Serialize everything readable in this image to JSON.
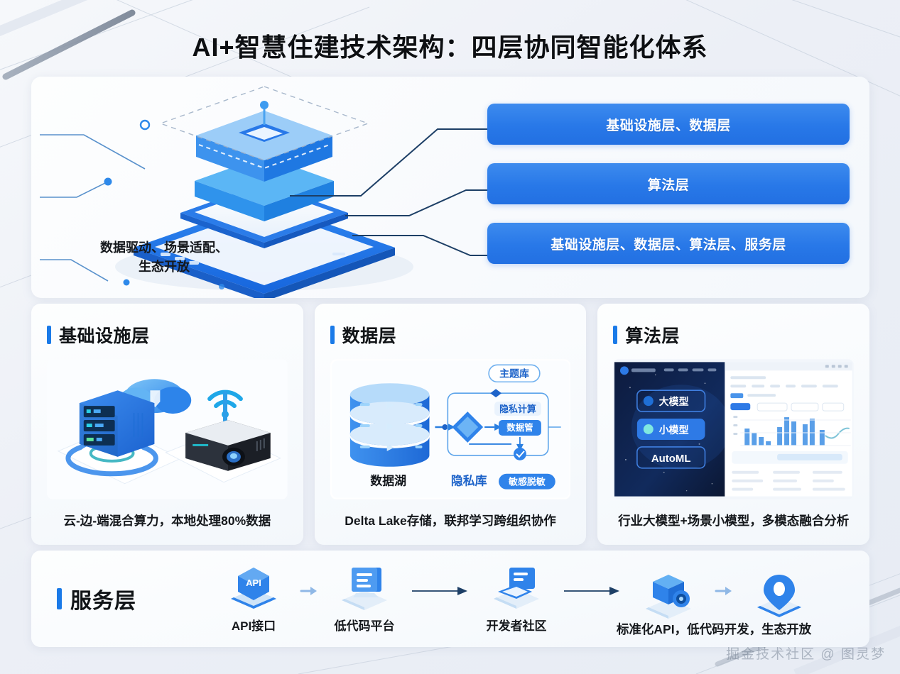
{
  "page": {
    "title": "AI+智慧住建技术架构：四层协同智能化体系",
    "watermark": "掘金技术社区 @ 图灵梦"
  },
  "colors": {
    "accent_blue": "#2878e8",
    "accent_blue_light": "#3d8bee",
    "bar_blue": "#1a7ae8",
    "background": "#eef2f8",
    "text_dark": "#15181c"
  },
  "hero": {
    "note": "数据驱动、场景适配、生态开放",
    "note_line1": "数据驱动、场景适配、",
    "note_line2": "生态开放",
    "boxes": [
      {
        "label": "基础设施层、数据层"
      },
      {
        "label": "算法层"
      },
      {
        "label": "基础设施层、数据层、算法层、服务层"
      }
    ]
  },
  "cards": [
    {
      "title": "基础设施层",
      "caption": "云-边-端混合算力，本地处理80%数据",
      "illustration": "server-cloud-edge-illustration"
    },
    {
      "title": "数据层",
      "caption": "Delta Lake存储，联邦学习跨组织协作",
      "illustration": "datalake-privacy-flow-illustration",
      "labels": {
        "datalake": "数据湖",
        "privacy_db": "隐私库",
        "topic_db": "主题库",
        "privacy_compute": "隐私计算",
        "pipe": "数据管",
        "sensitive": "敏感脱敏"
      }
    },
    {
      "title": "算法层",
      "caption": "行业大模型+场景小模型，多模态融合分析",
      "illustration": "model-console-dashboard-illustration",
      "buttons": [
        {
          "label": "大模型"
        },
        {
          "label": "小模型"
        },
        {
          "label": "AutoML"
        }
      ]
    }
  ],
  "service": {
    "title": "服务层",
    "flow": [
      {
        "type": "node",
        "label": "API接口",
        "icon": "api-hexagon-icon"
      },
      {
        "type": "arrow-short",
        "icon": "arrow-small-icon"
      },
      {
        "type": "node",
        "label": "低代码平台",
        "icon": "monitor-icon"
      },
      {
        "type": "arrow-long",
        "icon": "arrow-long-icon"
      },
      {
        "type": "node",
        "label": "开发者社区",
        "icon": "community-icon"
      },
      {
        "type": "arrow-long",
        "icon": "arrow-long-icon"
      },
      {
        "type": "node",
        "label": "",
        "icon": "cube-camera-icon"
      },
      {
        "type": "arrow-short",
        "icon": "arrow-small-icon"
      },
      {
        "type": "node",
        "label": "",
        "icon": "location-pin-icon"
      }
    ],
    "summary": "标准化API，低代码开发，生态开放"
  }
}
